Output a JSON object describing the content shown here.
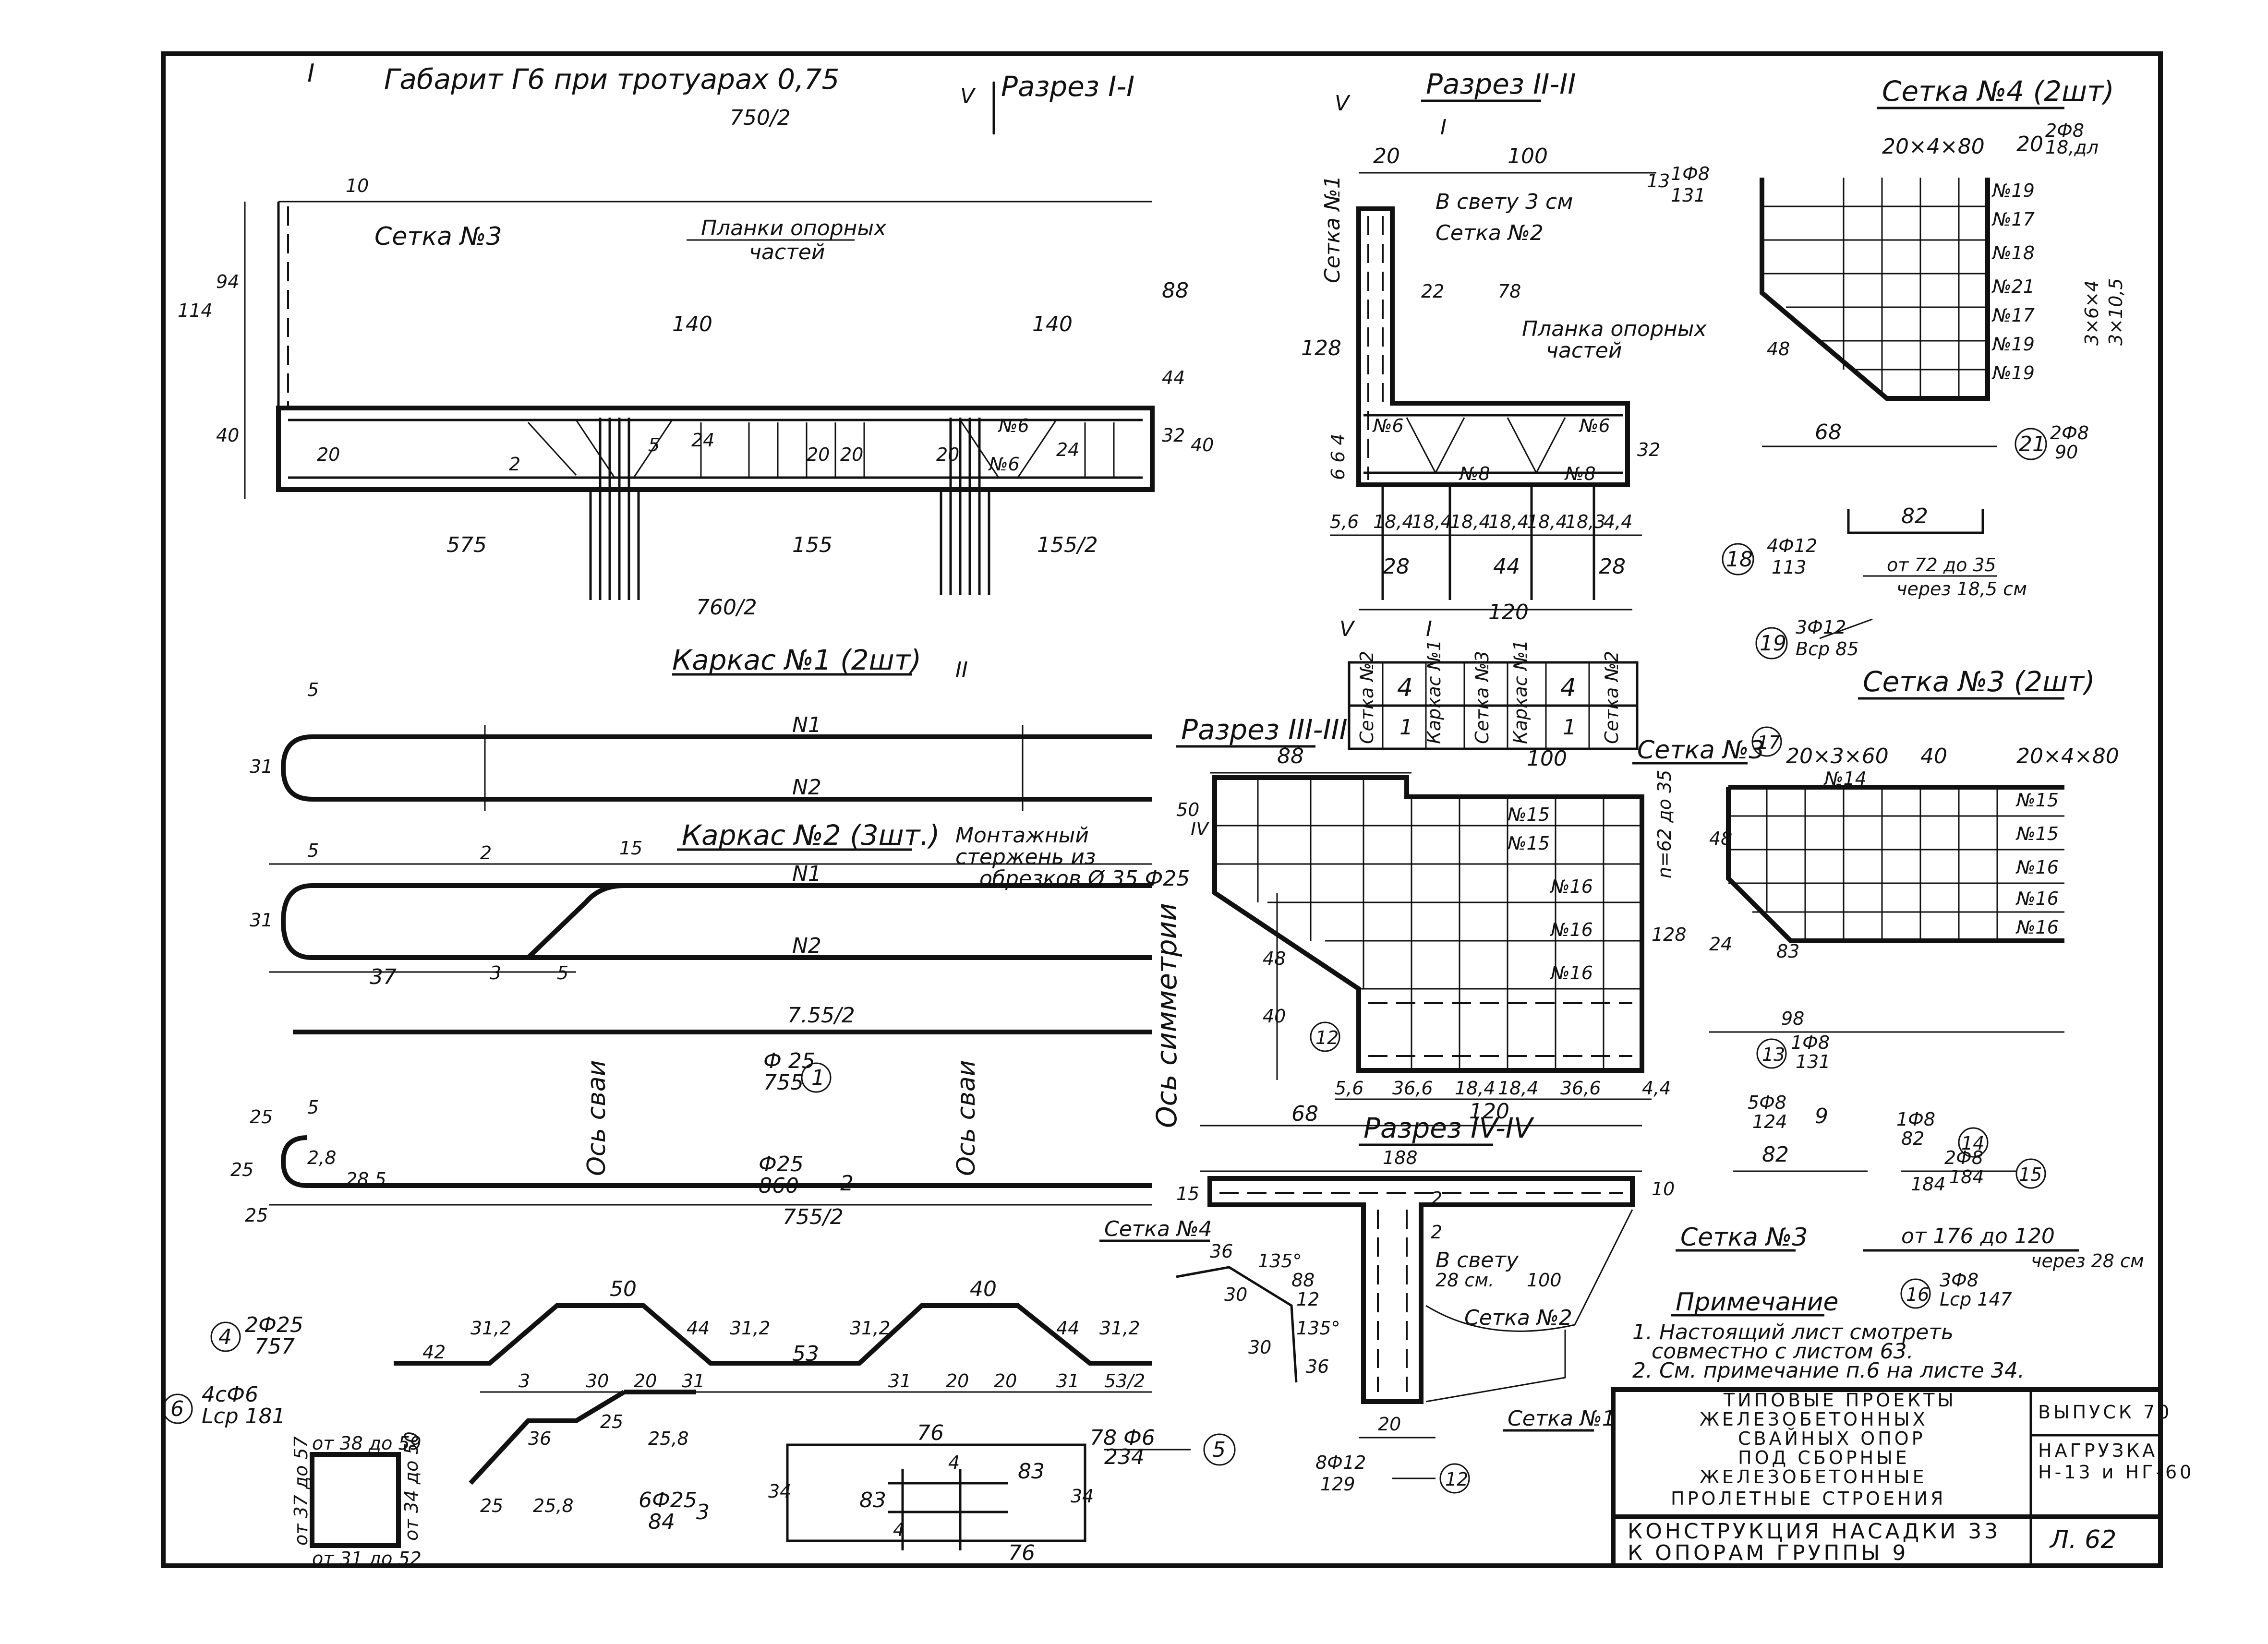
{
  "header": {
    "note_top": "Габарит Г6 при тротуарах 0,75",
    "roman_left": "I",
    "roman_v": "V",
    "roman_ii": "II"
  },
  "section_i": {
    "title": "Разрез I-I",
    "dim_half": "750/2",
    "grid3": "Сетка №3",
    "planks": "Планки опорных",
    "planks2": "частей",
    "d140a": "140",
    "d140b": "140",
    "d88": "88",
    "d114": "114",
    "d94": "94",
    "d40": "40",
    "d10": "10",
    "d20a": "20",
    "d20b": "20",
    "d24a": "24",
    "d24b": "24",
    "d20c": "20",
    "d20d": "20",
    "d44": "44",
    "d32": "32",
    "d40b": "40",
    "n6a": "№6",
    "n6b": "№6",
    "n5": "5",
    "d575": "575",
    "d155": "155",
    "d1552": "155/2",
    "d7602": "760/2",
    "n2": "2",
    "n5b": "5"
  },
  "section_ii": {
    "title": "Разрез II-II",
    "d20": "20",
    "d100": "100",
    "gap": "В свету 3 см",
    "grid2": "Сетка №2",
    "grid1v": "Сетка №1",
    "d22": "22",
    "d78": "78",
    "d128": "128",
    "plank": "Планка опорных",
    "plank2": "частей",
    "n6": "№6",
    "n6b": "№6",
    "n8": "№8",
    "n8b": "№8",
    "d664": "6 6 4",
    "d32": "32",
    "bottom_dims": [
      "5,6",
      "18,4",
      "18,4",
      "18,4",
      "18,4",
      "18,4",
      "18,3",
      "4,4"
    ],
    "d28a": "28",
    "d44": "44",
    "d28b": "28",
    "d120": "120",
    "bar13": "13",
    "bar13_spec": "1Ф8",
    "bar13_len": "131",
    "roman_v": "V",
    "roman_i": "I"
  },
  "legend_table": {
    "cells": [
      "Сетка №2",
      "4",
      "Каркас №1",
      "Сетка №3",
      "Каркас №1",
      "4",
      "Сетка №2"
    ],
    "sub": [
      "1",
      "1"
    ],
    "roman_v": "V",
    "roman_i": "I",
    "d100": "100"
  },
  "grid4": {
    "title": "Сетка №4 (2шт)",
    "dims": "20×4×80",
    "bar20": "20",
    "bar20_spec": "2Ф8",
    "bar20_len": "18,дл",
    "labels": [
      "№19",
      "№17",
      "№18",
      "№21",
      "№17",
      "№19",
      "№19"
    ],
    "side": "3×6×4",
    "side2": "3×10,5",
    "d48": "48",
    "d68": "68",
    "bar21": "21",
    "bar21_spec": "2Ф8",
    "bar21_len": "90",
    "d82": "82",
    "bar18": "18",
    "bar18_spec": "4Ф12",
    "bar18_len": "113",
    "range1": "от 72 до 35",
    "range1b": "через 18,5 см",
    "bar19": "19",
    "bar19_spec": "3Ф12",
    "bar19_len": "Вср 85"
  },
  "frame1": {
    "title": "Каркас №1 (2шт)",
    "roman_ii": "II",
    "d5": "5",
    "n1": "N1",
    "n2": "N2",
    "d31": "31"
  },
  "frame2": {
    "title": "Каркас №2 (3шт.)",
    "d5": "5",
    "d2": "2",
    "d15": "15",
    "mount": "Монтажный",
    "mount2": "стержень из",
    "mount3": "обрезков Ø 35 Ф25",
    "n1": "N1",
    "n2": "N2",
    "d31": "31",
    "d37": "37",
    "d3": "3",
    "d5b": "5"
  },
  "bars": {
    "dim7552": "7.55/2",
    "b1_spec": "Ф 25",
    "b1_len": "755",
    "b1_no": "1",
    "axis_sym": "Ось симметрии",
    "axis_pile": "Ось сваи",
    "axis_pile2": "Ось сваи",
    "d25": "25",
    "d5": "5",
    "d25b": "25",
    "d28": "2,8",
    "d285": "28,5",
    "b2_spec": "Ф25",
    "b2_len": "860",
    "b2_no": "2",
    "d25c": "25",
    "dim7552b": "755/2"
  },
  "bent": {
    "b4_no": "4",
    "b4_spec": "2Ф25",
    "b4_len": "757",
    "top50": "50",
    "top40": "40",
    "segs": [
      "42",
      "31,2",
      "44",
      "31,2",
      "53",
      "31,2",
      "44",
      "31,2"
    ],
    "bot": [
      "3",
      "30",
      "20",
      "31",
      "31",
      "20",
      "20",
      "31",
      "53/2"
    ],
    "d36": "36",
    "d25": "25",
    "d258": "25,8",
    "b3_bot": [
      "25",
      "25,8"
    ],
    "b3_spec": "6Ф25",
    "b3_len": "84",
    "b3_no": "3"
  },
  "stirrup": {
    "b6_no": "6",
    "b6_spec": "4сФ6",
    "b6_len": "Lср 181",
    "top": "от 38 до 59",
    "left": "от 37 до 57",
    "right": "от 34 до 50",
    "bottom": "от 31 до 52"
  },
  "b5": {
    "d76a": "76",
    "d34a": "34",
    "d83a": "83",
    "d83b": "83",
    "d4a": "4",
    "d4b": "4",
    "d34b": "34",
    "d76b": "76",
    "spec": "78 Ф6",
    "len": "234",
    "no": "5"
  },
  "section_iii": {
    "title": "Разрез III-III",
    "d88": "88",
    "d50": "50",
    "roman": "IV",
    "grid3": "Сетка №3",
    "bar17": "17",
    "labels": [
      "№15",
      "№15",
      "№16",
      "№16",
      "№16"
    ],
    "d128": "128",
    "dims_v": "n=62 до 35",
    "d48": "48",
    "d40": "40",
    "bar12": "12",
    "bottom": [
      "5,6",
      "36,6",
      "18,4",
      "18,4",
      "36,6",
      "4,4"
    ],
    "d120": "120",
    "d68": "68"
  },
  "section_iv": {
    "title": "Разрез IV-IV",
    "d188": "188",
    "d15": "15",
    "grid4": "Сетка №4",
    "d10": "10",
    "n2a": "2",
    "n2b": "2",
    "gap": "В свету",
    "gap2": "28 см.",
    "d100": "100",
    "grid2": "Сетка №2",
    "d36": "36",
    "d135a": "135°",
    "d88": "88",
    "d30": "30",
    "d12": "12",
    "d135b": "135°",
    "d30b": "30",
    "d36b": "36",
    "d20": "20",
    "bar12_spec": "8Ф12",
    "bar12_len": "129",
    "bar12_no": "12",
    "grid1": "Сетка №1"
  },
  "grid3": {
    "title": "Сетка №3 (2шт)",
    "dims1": "20×3×60",
    "d40": "40",
    "dims2": "20×4×80",
    "n14": "№14",
    "labels": [
      "№15",
      "№15",
      "№16",
      "№16",
      "№16"
    ],
    "d48": "48",
    "d83": "83",
    "d24": "24",
    "d98": "98",
    "bar13": "13",
    "bar13_spec": "1Ф8",
    "bar13_len": "131",
    "bar9_spec": "5Ф8",
    "bar9_len": "124",
    "bar9_no": "9",
    "bar14_spec": "1Ф8",
    "bar14_len": "82",
    "bar14_no": "14",
    "d82": "82",
    "bar15_spec": "2Ф8",
    "bar15_len": "184",
    "bar15_no": "15",
    "d184": "184",
    "grid3b": "Сетка №3",
    "range": "от 176 до 120",
    "range2": "через 28 см",
    "bar16_no": "16",
    "bar16_spec": "3Ф8",
    "bar16_len": "Lср 147"
  },
  "notes": {
    "title": "Примечание",
    "line1": "1. Настоящий лист смотреть",
    "line2": "совместно с листом 63.",
    "line3": "2. См. примечание п.6 на листе 34."
  },
  "title_block": {
    "l1": "ТИПОВЫЕ ПРОЕКТЫ",
    "l2": "ЖЕЛЕЗОБЕТОННЫХ",
    "l3": "СВАЙНЫХ ОПОР",
    "l4": "ПОД СБОРНЫЕ",
    "l5": "ЖЕЛЕЗОБЕТОННЫЕ",
    "l6": "ПРОЛЕТНЫЕ СТРОЕНИЯ",
    "issue": "ВЫПУСК 70",
    "load": "НАГРУЗКА",
    "load2": "Н-13 и НГ-60",
    "c1": "КОНСТРУКЦИЯ НАСАДКИ 33",
    "c2": "К ОПОРАМ ГРУППЫ 9",
    "sheet": "Л. 62"
  }
}
